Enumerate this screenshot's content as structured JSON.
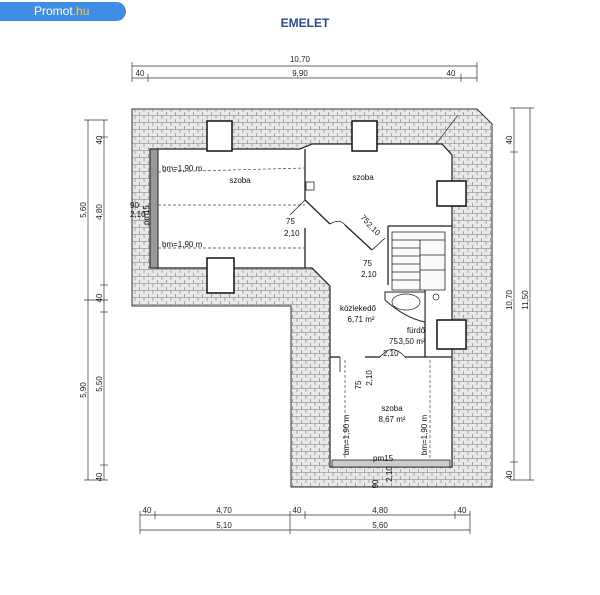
{
  "brand": {
    "name": "Promot",
    "tld": ".hu"
  },
  "plan": {
    "title": "EMELET",
    "top_dims": {
      "total": "10,70",
      "left": "40",
      "mid": "9,90",
      "right": "40"
    },
    "bottom_dims": {
      "row1": [
        "40",
        "4,70",
        "40",
        "4,80",
        "40"
      ],
      "row2": [
        "5,10",
        "5,60"
      ]
    },
    "left_dims": {
      "outer": [
        "5,60",
        "5,90"
      ],
      "inner": [
        "40",
        "4,80",
        "40",
        "5,50",
        "40"
      ]
    },
    "right_dims": {
      "outer": "11,50",
      "inner": "10,70",
      "top": "40",
      "bottom": "40"
    },
    "rooms": {
      "bedroom_top_left": "szoba",
      "bedroom_top_right": "szoba",
      "hall": "közlekedő",
      "hall_area": "6,71 m²",
      "bath": "fürdő",
      "bath_area": "3,50 m²",
      "bedroom_bottom": "szoba",
      "bedroom_bottom_area": "8,67 m²"
    },
    "notes": {
      "bm1": "bm=1,90 m",
      "bm2": "bm=1,90 m",
      "bm_v1": "bm=1,90 m",
      "bm_v2": "bm=1,90 m",
      "pm1": "pm15",
      "pm2": "pm15",
      "door1_w": "75",
      "door1_h": "2,10",
      "door2_w": "75",
      "door2_h": "2,10",
      "door3_w": "75",
      "door3_h": "2,10",
      "door4_w": "75",
      "door4_h": "2,10",
      "door5_w": "75",
      "door5_h": "2,10",
      "win_left_w": "90",
      "win_left_h": "2,10",
      "win_bottom_w": "90",
      "win_bottom_h": "2,10"
    }
  }
}
